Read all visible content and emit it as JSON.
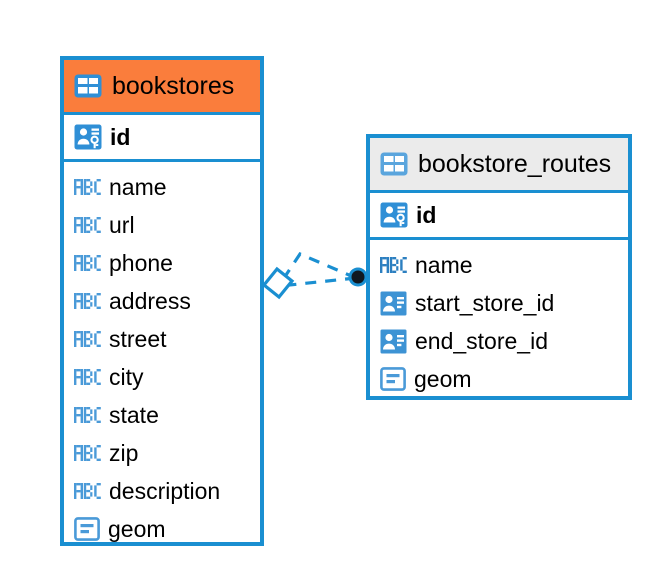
{
  "diagram": {
    "type": "entity-relationship-diagram",
    "background_color": "#ffffff",
    "accent_color": "#1a8fd1",
    "selected_header_color": "#fa7d3c",
    "header_color": "#ebebeb"
  },
  "entities": [
    {
      "name": "bookstores",
      "title": "bookstores",
      "selected": true,
      "header_icon": "table-icon",
      "primary_key": {
        "label": "id",
        "icon": "primary-key-icon"
      },
      "fields": [
        {
          "label": "name",
          "icon": "text-abc-icon"
        },
        {
          "label": "url",
          "icon": "text-abc-icon"
        },
        {
          "label": "phone",
          "icon": "text-abc-icon"
        },
        {
          "label": "address",
          "icon": "text-abc-icon"
        },
        {
          "label": "street",
          "icon": "text-abc-icon"
        },
        {
          "label": "city",
          "icon": "text-abc-icon"
        },
        {
          "label": "state",
          "icon": "text-abc-icon"
        },
        {
          "label": "zip",
          "icon": "text-abc-icon"
        },
        {
          "label": "description",
          "icon": "text-abc-icon"
        },
        {
          "label": "geom",
          "icon": "geometry-icon"
        }
      ]
    },
    {
      "name": "bookstore_routes",
      "title": "bookstore_routes",
      "selected": false,
      "header_icon": "table-icon",
      "primary_key": {
        "label": "id",
        "icon": "primary-key-icon"
      },
      "fields": [
        {
          "label": "name",
          "icon": "text-abc-icon"
        },
        {
          "label": "start_store_id",
          "icon": "foreign-key-icon"
        },
        {
          "label": "end_store_id",
          "icon": "foreign-key-icon"
        },
        {
          "label": "geom",
          "icon": "geometry-icon"
        }
      ]
    }
  ],
  "relationships": [
    {
      "name": "start_store_id-relationship",
      "from_entity": "bookstore_routes",
      "from_field": "start_store_id",
      "to_entity": "bookstores",
      "to_field": "id",
      "line_style": "dashed",
      "color": "#1a8fd1",
      "source_marker": "filled-circle",
      "target_marker": "open-diamond"
    },
    {
      "name": "end_store_id-relationship",
      "from_entity": "bookstore_routes",
      "from_field": "end_store_id",
      "to_entity": "bookstores",
      "to_field": "id",
      "line_style": "dashed",
      "color": "#1a8fd1",
      "source_marker": "filled-circle",
      "target_marker": "open-diamond"
    }
  ]
}
